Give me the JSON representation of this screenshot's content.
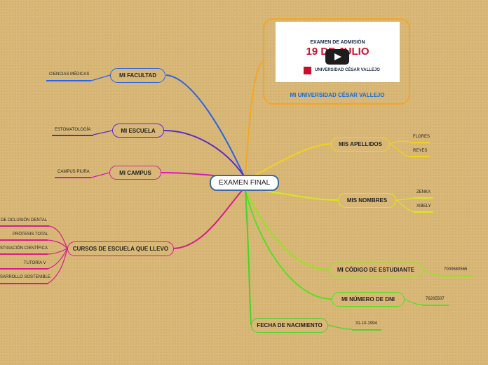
{
  "root": {
    "label": "EXAMEN FINAL"
  },
  "media": {
    "title_line1": "EXAMEN DE ADMISIÓN",
    "title_line2": "19 DE JULIO",
    "university_logo_text": "UNIVERSIDAD CÉSAR VALLEJO",
    "caption": "MI UNIVERSIDAD CÉSAR VALLEJO",
    "play_icon": "play-icon"
  },
  "left_branches": [
    {
      "label": "MI FACULTAD",
      "leaves": [
        "CIENCIAS MÉDICAS"
      ]
    },
    {
      "label": "MI ESCUELA",
      "leaves": [
        "ESTOMATOLOGÍA"
      ]
    },
    {
      "label": "MI CAMPUS",
      "leaves": [
        "CAMPUS PIURA"
      ]
    },
    {
      "label": "CURSOS DE ESCUELA QUE LLEVO",
      "leaves": [
        "DE OCLUSIÓN DENTAL",
        "PRÓTESIS TOTAL",
        "STIGACIÓN CIENTÍFICA",
        "TUTORÍA V",
        "SARROLLO SOSTENIBLE"
      ]
    }
  ],
  "right_branches": [
    {
      "label": "MIS APELLIDOS",
      "leaves": [
        "FLORES",
        "REYES"
      ]
    },
    {
      "label": "MIS NOMBRES",
      "leaves": [
        "ZENKA",
        "XIBELY"
      ]
    },
    {
      "label": "MI CÓDIGO DE ESTUDIANTE",
      "leaves": [
        "7000680565"
      ]
    },
    {
      "label": "MI NÚMERO DE DNI",
      "leaves": [
        "76265507"
      ]
    },
    {
      "label": "FECHA DE NACIMIENTO",
      "leaves": [
        "31-10-1994"
      ]
    }
  ],
  "colors": {
    "facultad": "#2a63e8",
    "escuela": "#5b2bc9",
    "campus": "#d81bb8",
    "cursos": "#d81b8e",
    "apellidos": "#f2d21b",
    "nombres": "#d6e81b",
    "codigo": "#8de81b",
    "dni": "#55e020",
    "fecha": "#45d42a",
    "media": "#f5a623"
  }
}
